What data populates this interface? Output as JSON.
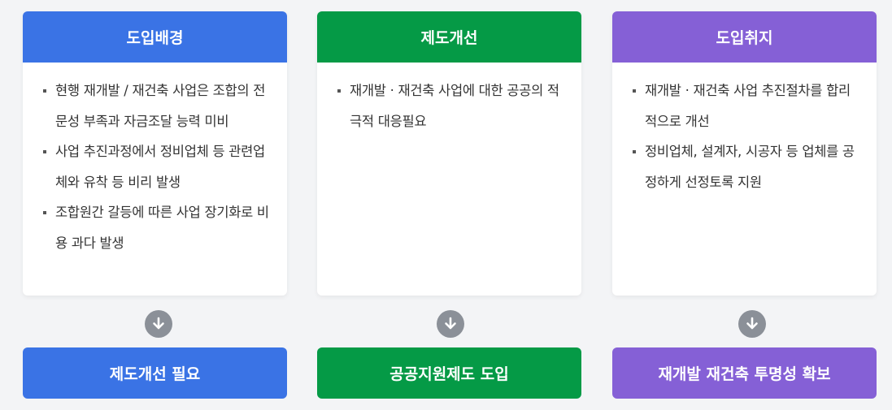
{
  "columns": [
    {
      "title": "도입배경",
      "bullets": [
        "현행 재개발 / 재건축 사업은 조합의 전문성 부족과 자금조달 능력 미비",
        "사업 추진과정에서 정비업체 등 관련업체와 유착 등 비리 발생",
        "조합원간 갈등에 따른 사업 장기화로 비용 과다 발생"
      ],
      "result": "제도개선 필요",
      "color": "#3a73e5"
    },
    {
      "title": "제도개선",
      "bullets": [
        "재개발 · 재건축 사업에 대한 공공의 적극적 대응필요"
      ],
      "result": "공공지원제도 도입",
      "color": "#059a46"
    },
    {
      "title": "도입취지",
      "bullets": [
        "재개발 · 재건축 사업 추진절차를 합리적으로 개선",
        "정비업체, 설계자, 시공자 등 업체를 공정하게 선정토록 지원"
      ],
      "result": "재개발 재건축 투명성 확보",
      "color": "#8560d6"
    }
  ],
  "icons": {
    "arrow": "arrow-down-circle-icon"
  }
}
